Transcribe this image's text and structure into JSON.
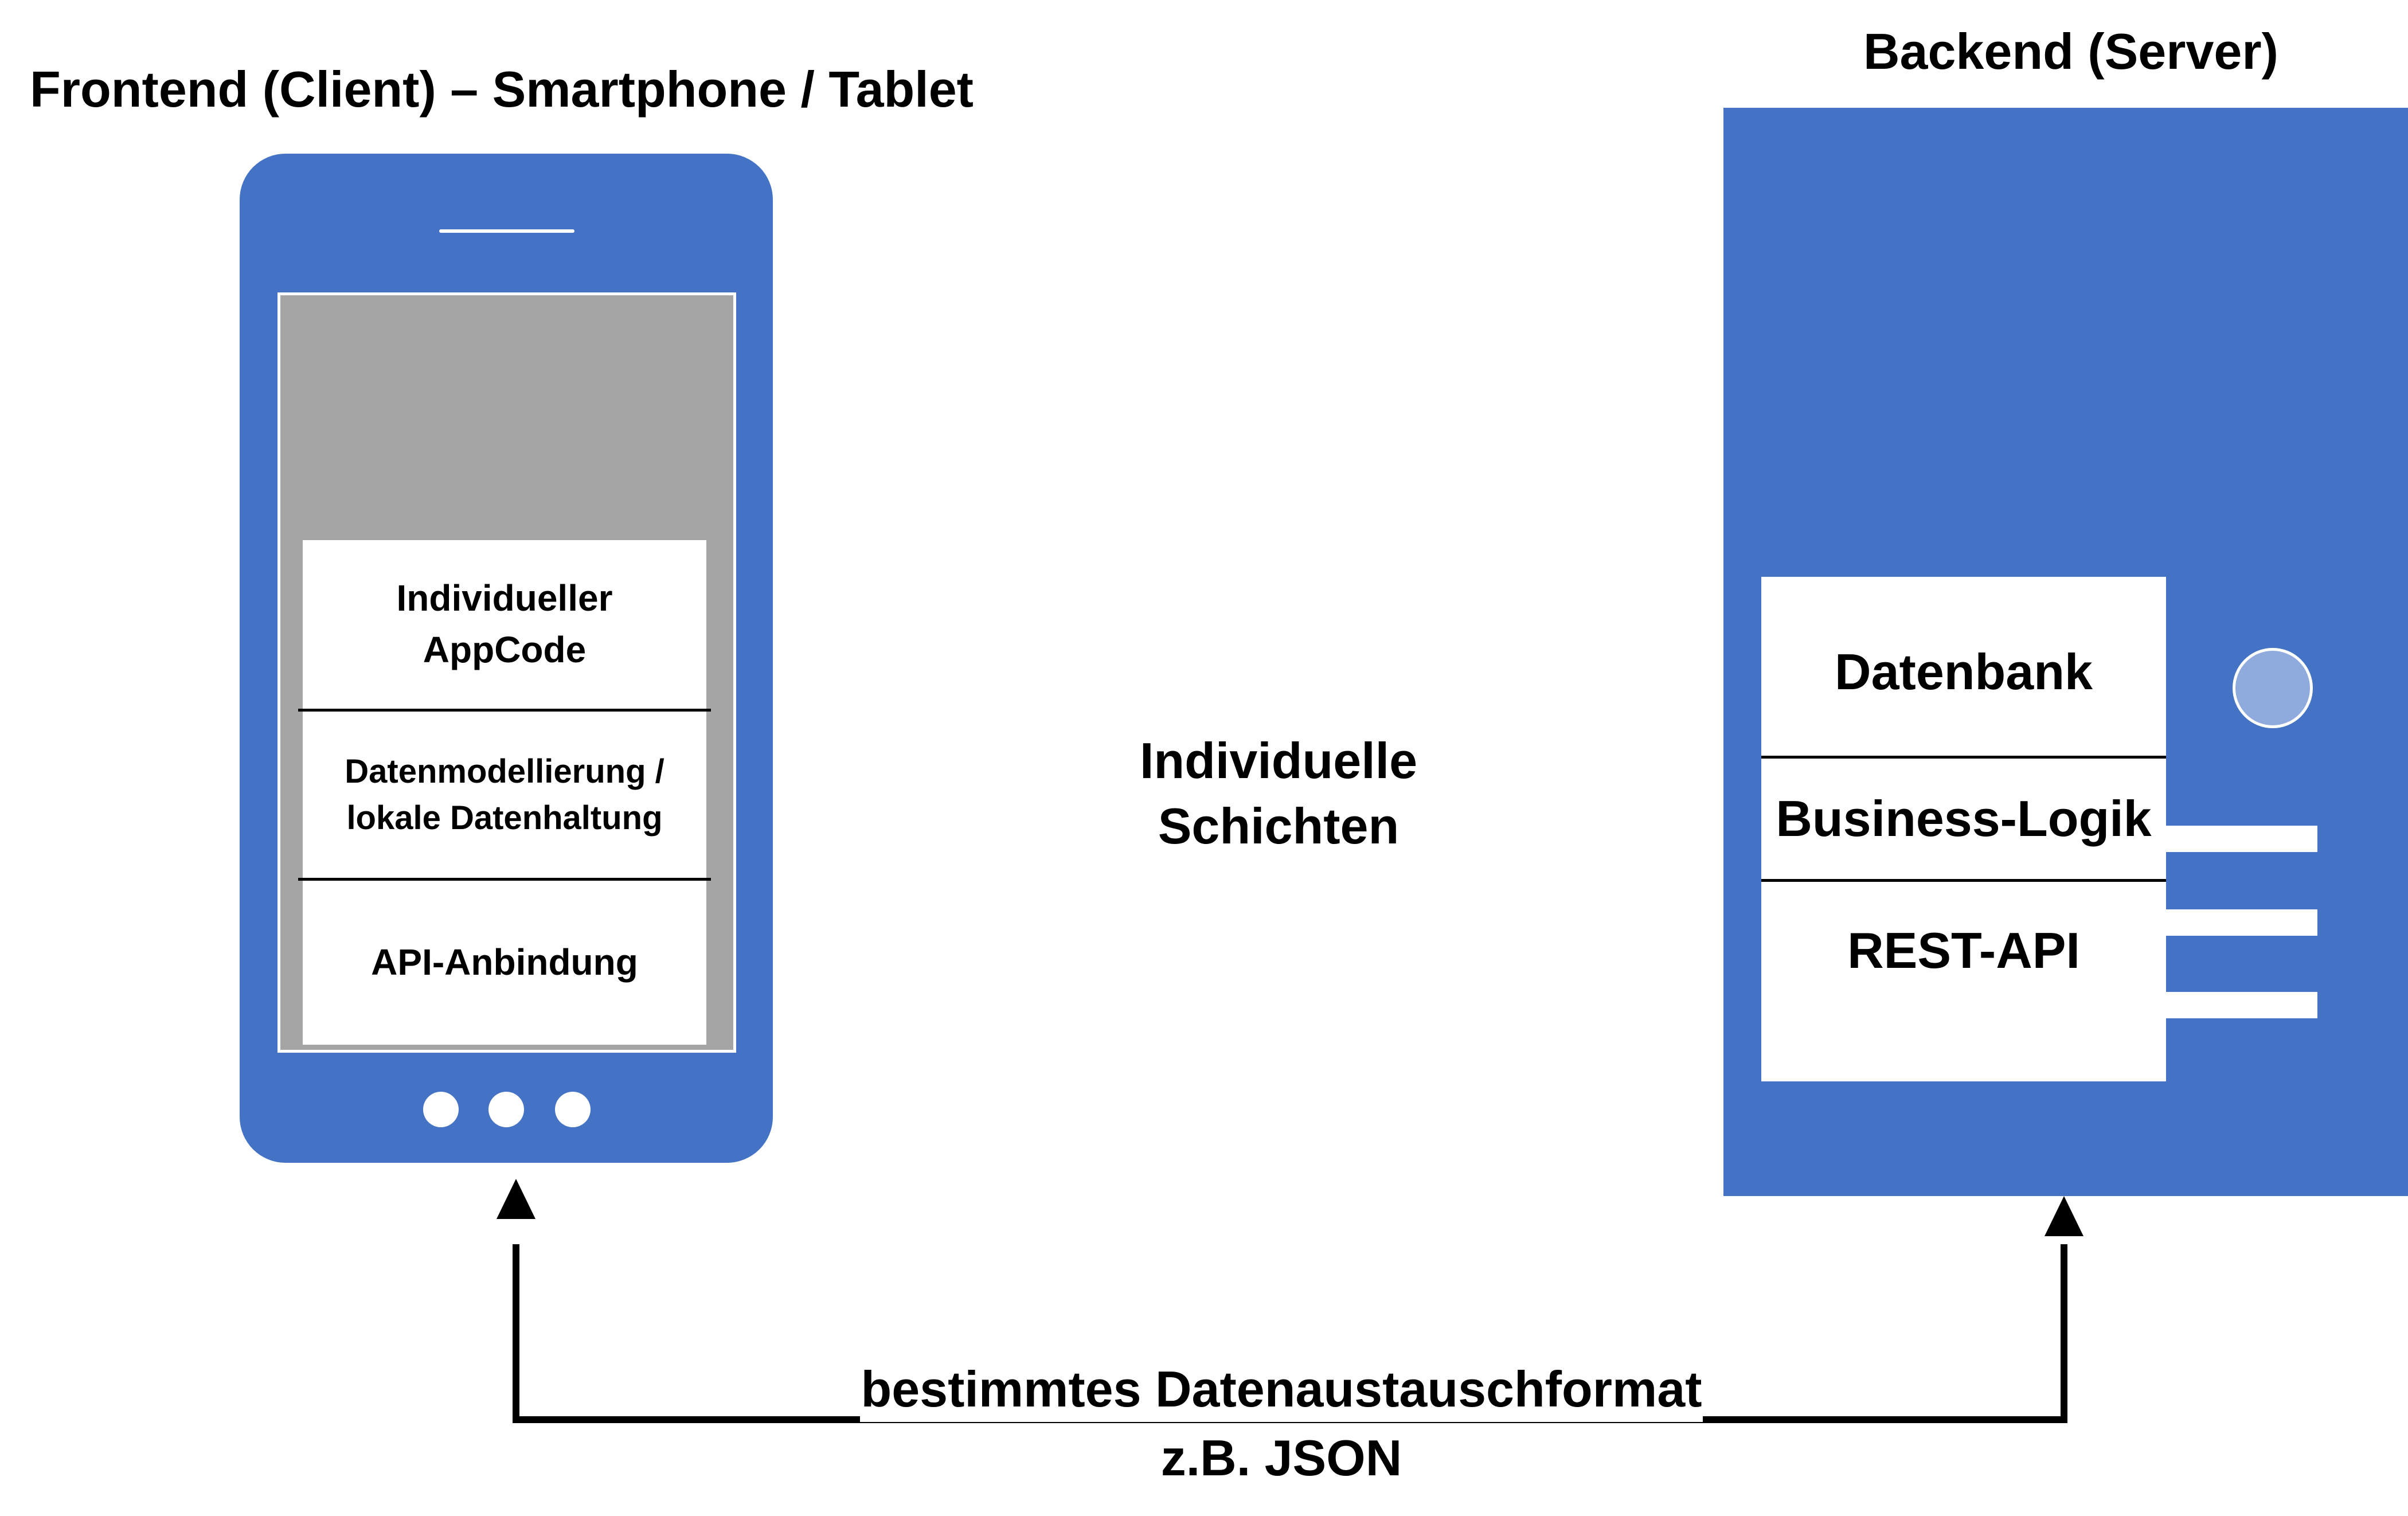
{
  "frontend": {
    "title": "Frontend (Client) – Smartphone / Tablet",
    "layers": [
      {
        "label": "Individueller\nAppCode"
      },
      {
        "label": "Datenmodellierung /\nlokale Datenhaltung"
      },
      {
        "label": "API-Anbindung"
      }
    ]
  },
  "backend": {
    "title": "Backend (Server)",
    "layers": [
      {
        "label": "Datenbank"
      },
      {
        "label": "Business-Logik"
      },
      {
        "label": "REST-API"
      }
    ]
  },
  "middle": {
    "label": "Individuelle\nSchichten"
  },
  "exchange": {
    "line1": "bestimmtes Datenaustauschformat",
    "line2": "z.B. JSON"
  },
  "colors": {
    "device_blue": "#4472C4",
    "screen_gray": "#A5A5A5",
    "led_light_blue": "#8FAADC"
  }
}
